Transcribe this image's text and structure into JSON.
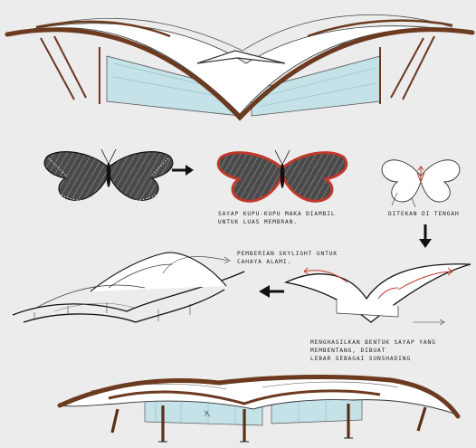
{
  "annotations": {
    "butterfly_wing": "SAYAP KUPU-KUPU MAKA DIAMBIL\nUNTUK LUAS MEMBRAN.",
    "pressed_middle": "DITEKAN DI TENGAH",
    "skylight": "PEMBERIAN SKYLIGHT UNTUK\nCAHAYA ALAMI.",
    "result": "MENGHASILKAN BENTUK SAYAP YANG\nMEMBENTANG, DIBUAT\nLEBAR SEBAGAI SUNSHADING"
  },
  "colors": {
    "background": "#ececec",
    "structure_brown": "#6b3a1f",
    "glass_blue": "#bfe0e6",
    "membrane_white": "#ffffff",
    "butterfly_dark": "#3a3a3a",
    "highlight_red": "#c0392b",
    "ink": "#111111"
  },
  "icons": [
    "arrow-right-icon",
    "arrow-down-icon",
    "arrow-left-icon",
    "butterfly-icon"
  ]
}
